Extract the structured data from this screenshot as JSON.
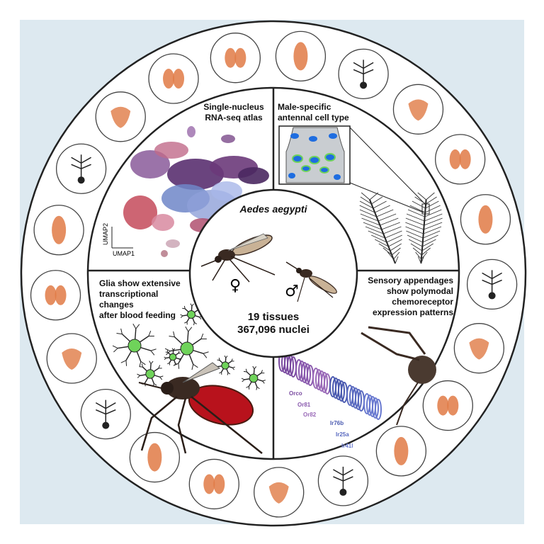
{
  "center": {
    "species": "Aedes aegypti",
    "female_symbol": "♀",
    "male_symbol": "♂",
    "stat_line1": "19 tissues",
    "stat_line2": "367,096 nuclei"
  },
  "quadrants": {
    "top_left": {
      "line1": "Single-nucleus",
      "line2": "RNA-seq atlas",
      "umap_y": "UMAP2",
      "umap_x": "UMAP1"
    },
    "top_right": {
      "line1": "Male-specific",
      "line2": "antennal cell type"
    },
    "bottom_left": {
      "line1": "Glia show extensive",
      "line2": "transcriptional",
      "line3": "changes",
      "line4": "after blood feeding"
    },
    "bottom_right": {
      "line1": "Sensory appendages",
      "line2": "show polymodal",
      "line3": "chemoreceptor",
      "line4": "expression patterns"
    }
  },
  "receptors": [
    "Orco",
    "Or81",
    "Or82",
    "Ir76b",
    "Ir25a",
    "Ir41l"
  ],
  "colors": {
    "background": "#dde9f0",
    "tissue_orange": "#e07a45",
    "umap_purple": "#6b3a7a",
    "umap_blue": "#6f86c8",
    "umap_red": "#c44a5a",
    "glia_green": "#6fd35a",
    "nuclei_blue": "#1e6de0",
    "blood_red": "#b8121c"
  },
  "tissues": [
    "brain-icon",
    "antenna-male-icon",
    "palp-icon",
    "rostrum-icon",
    "antenna-feathered-icon",
    "antenna-head-icon",
    "antenna-head-icon",
    "antenna-head-icon",
    "antenna-head-icon",
    "leg-icon",
    "wing-icon",
    "gut-icon",
    "salivary-gland-icon",
    "malpighian-tubule-icon",
    "midgut-icon",
    "ovary-icon",
    "testis-icon",
    "accessory-gland-icon",
    "fat-body-icon",
    "thorax-icon",
    "ventral-nerve-cord-icon"
  ]
}
